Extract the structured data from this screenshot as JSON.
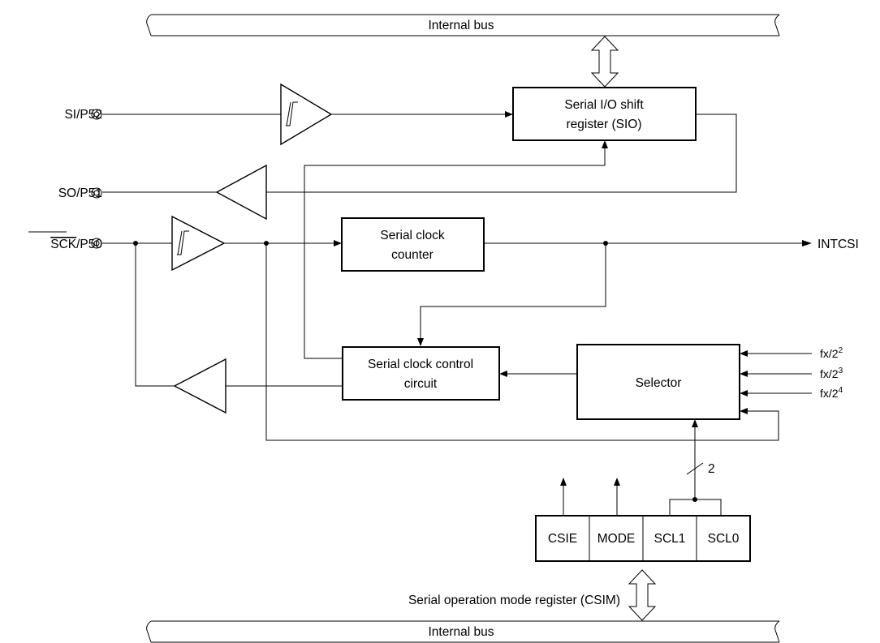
{
  "bus": {
    "top_label": "Internal bus",
    "bottom_label": "Internal bus"
  },
  "pins": {
    "si": "SI/P52",
    "so": "SO/P51",
    "sck_overbar": "SCK",
    "sck_rest": "/P50",
    "pin_symbol": "◎"
  },
  "blocks": {
    "shift_register_line1": "Serial I/O shift",
    "shift_register_line2": "register (SIO)",
    "clock_counter_line1": "Serial clock",
    "clock_counter_line2": "counter",
    "clock_control_line1": "Serial clock control",
    "clock_control_line2": "circuit",
    "selector": "Selector"
  },
  "signals": {
    "interrupt": "INTCSI",
    "bus_width": "2",
    "fx": "fx/2",
    "exp1": "2",
    "exp2": "3",
    "exp3": "4"
  },
  "register": {
    "name": "Serial operation mode register (CSIM)",
    "cells": [
      "CSIE",
      "MODE",
      "SCL1",
      "SCL0"
    ]
  }
}
